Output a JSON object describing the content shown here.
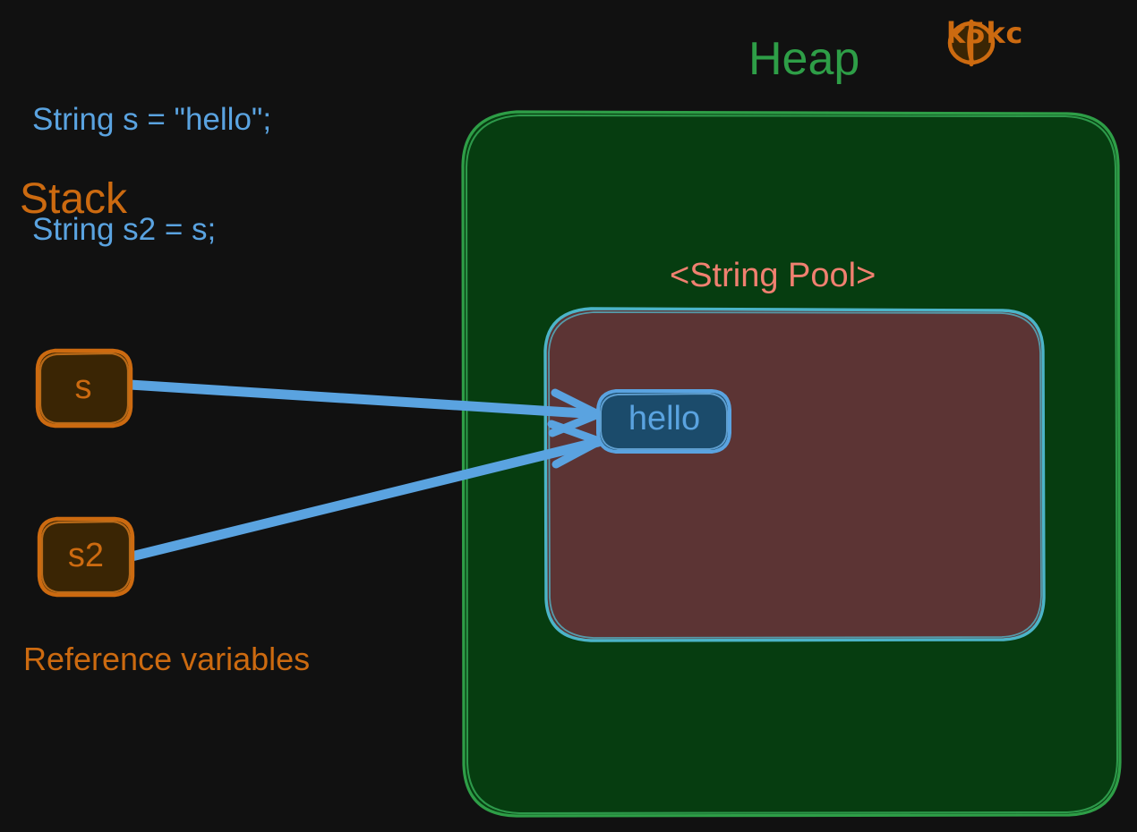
{
  "background_color": "#111111",
  "code": {
    "lines": [
      "String s = \"hello\";",
      "String s2 = s;"
    ],
    "color": "#5AA3E0"
  },
  "regions": {
    "stack": {
      "title": "Stack",
      "title_color": "#CC6A10",
      "caption": "Reference variables",
      "variables": [
        {
          "name": "s",
          "fill": "#3A2504",
          "stroke": "#CC6A10"
        },
        {
          "name": "s2",
          "fill": "#3A2504",
          "stroke": "#CC6A10"
        }
      ]
    },
    "heap": {
      "title": "Heap",
      "title_color": "#2E9E47",
      "fill": "#063D10",
      "stroke": "#2E9E47",
      "string_pool": {
        "title": "<String Pool>",
        "title_color": "#F08070",
        "fill": "#5C3434",
        "stroke": "#4BB4C8",
        "objects": [
          {
            "value": "hello",
            "fill": "#1B4B6B",
            "stroke": "#5AA3E0"
          }
        ]
      }
    }
  },
  "arrows": {
    "color": "#5AA3E0",
    "items": [
      {
        "from": "s",
        "to": "hello"
      },
      {
        "from": "s2",
        "to": "hello"
      }
    ]
  },
  "watermark": {
    "text": "k5kc",
    "color": "#CC6A10",
    "logo": "bowtie-logo"
  }
}
